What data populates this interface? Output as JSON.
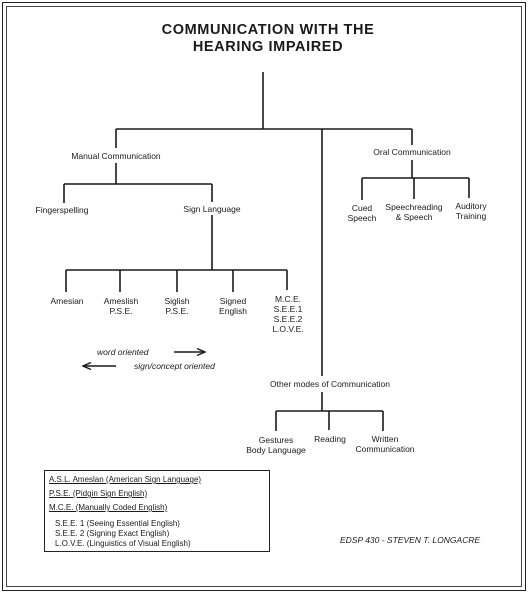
{
  "title_line1": "COMMUNICATION WITH THE",
  "title_line2": "HEARING IMPAIRED",
  "manual": {
    "label": "Manual Communication",
    "fingerspelling": "Fingerspelling",
    "sign_language": "Sign Language",
    "children": [
      {
        "lines": [
          "Amesian"
        ]
      },
      {
        "lines": [
          "Ameslish",
          "P.S.E."
        ]
      },
      {
        "lines": [
          "Siglish",
          "P.S.E."
        ]
      },
      {
        "lines": [
          "Signed",
          "English"
        ]
      },
      {
        "lines": [
          "M.C.E.",
          "S.E.E.1",
          "S.E.E.2",
          "L.O.V.E."
        ]
      }
    ]
  },
  "oral": {
    "label": "Oral Communication",
    "children": [
      {
        "lines": [
          "Cued",
          "Speech"
        ]
      },
      {
        "lines": [
          "Speechreading",
          "& Speech"
        ]
      },
      {
        "lines": [
          "Auditory",
          "Training"
        ]
      }
    ]
  },
  "other": {
    "label": "Other modes of Communication",
    "children": [
      {
        "lines": [
          "Gestures",
          "Body Language"
        ]
      },
      {
        "lines": [
          "Reading"
        ]
      },
      {
        "lines": [
          "Written",
          "Communication"
        ]
      }
    ]
  },
  "orientation": {
    "word": "word oriented",
    "sign": "sign/concept oriented"
  },
  "legend": [
    "A.S.L. Ameslan    (American Sign Language)",
    "P.S.E.   (Pidgin Sign English)",
    "M.C.E. (Manually Coded English)",
    "S.E.E. 1   (Seeing Essential English)",
    "S.E.E. 2   (Signing Exact English)",
    "L.O.V.E.   (Linguistics of Visual English)"
  ],
  "credit": "EDSP 430 - STEVEN T. LONGACRE"
}
